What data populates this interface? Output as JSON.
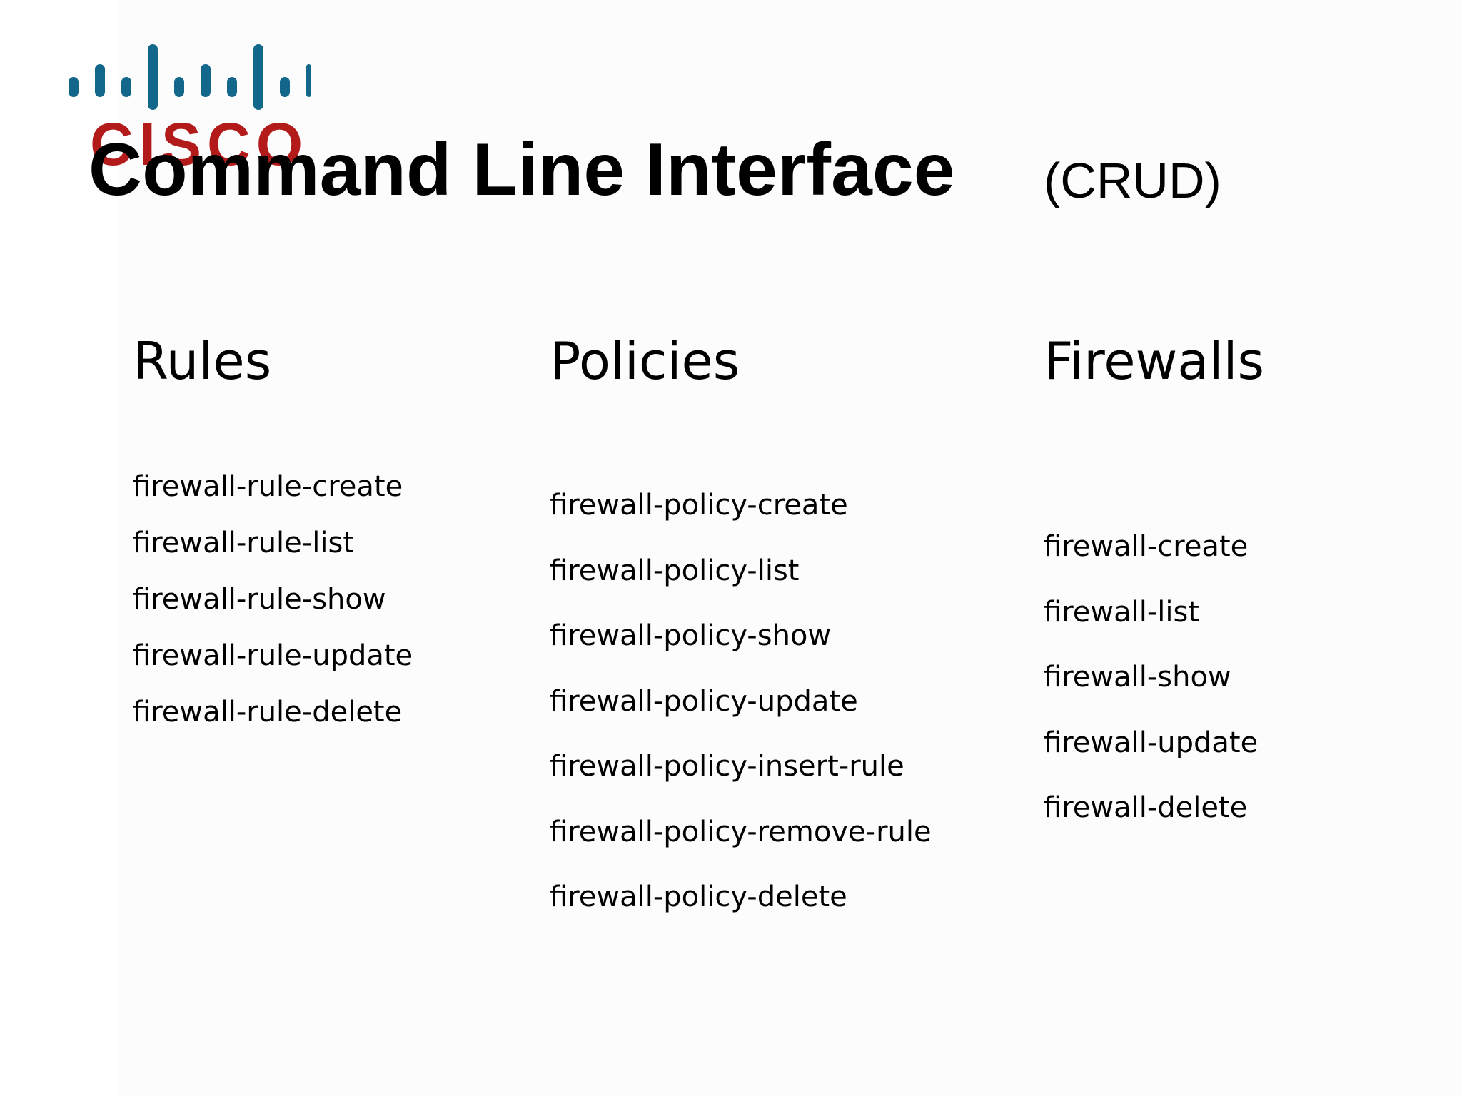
{
  "logo": {
    "wordmark": "CISCO",
    "color_bars": "#13678a",
    "color_text": "#b31b1b"
  },
  "title": "Command Line Interface",
  "subtitle": "(CRUD)",
  "columns": [
    {
      "heading": "Rules",
      "commands": [
        "firewall-rule-create",
        "firewall-rule-list",
        "firewall-rule-show",
        "firewall-rule-update",
        "firewall-rule-delete"
      ]
    },
    {
      "heading": "Policies",
      "commands": [
        "firewall-policy-create",
        "firewall-policy-list",
        "firewall-policy-show",
        "firewall-policy-update",
        "firewall-policy-insert-rule",
        "firewall-policy-remove-rule",
        "firewall-policy-delete"
      ]
    },
    {
      "heading": "Firewalls",
      "commands": [
        "firewall-create",
        "firewall-list",
        "firewall-show",
        "firewall-update",
        "firewall-delete"
      ]
    }
  ]
}
